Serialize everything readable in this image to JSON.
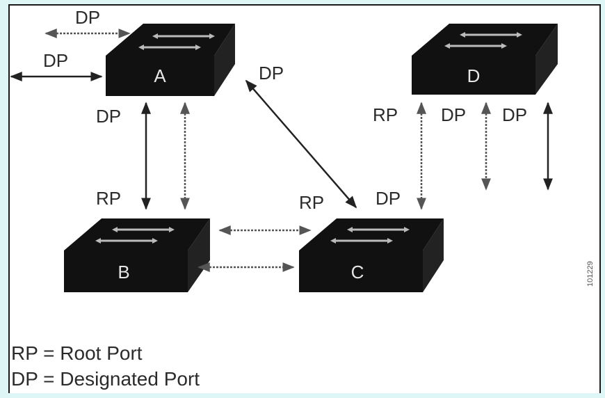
{
  "switches": [
    {
      "id": "A",
      "label": "A"
    },
    {
      "id": "B",
      "label": "B"
    },
    {
      "id": "C",
      "label": "C"
    },
    {
      "id": "D",
      "label": "D"
    }
  ],
  "port_labels": {
    "a_top_dp": "DP",
    "a_left_dp": "DP",
    "a_right_dp": "DP",
    "a_bottom_dp": "DP",
    "b_top_rp": "RP",
    "c_left_rp": "RP",
    "c_top_dp": "DP",
    "d_rp": "RP",
    "d_dp1": "DP",
    "d_dp2": "DP"
  },
  "legend": {
    "rp": "RP = Root Port",
    "dp": "DP = Designated Port"
  },
  "figure_id": "101229"
}
